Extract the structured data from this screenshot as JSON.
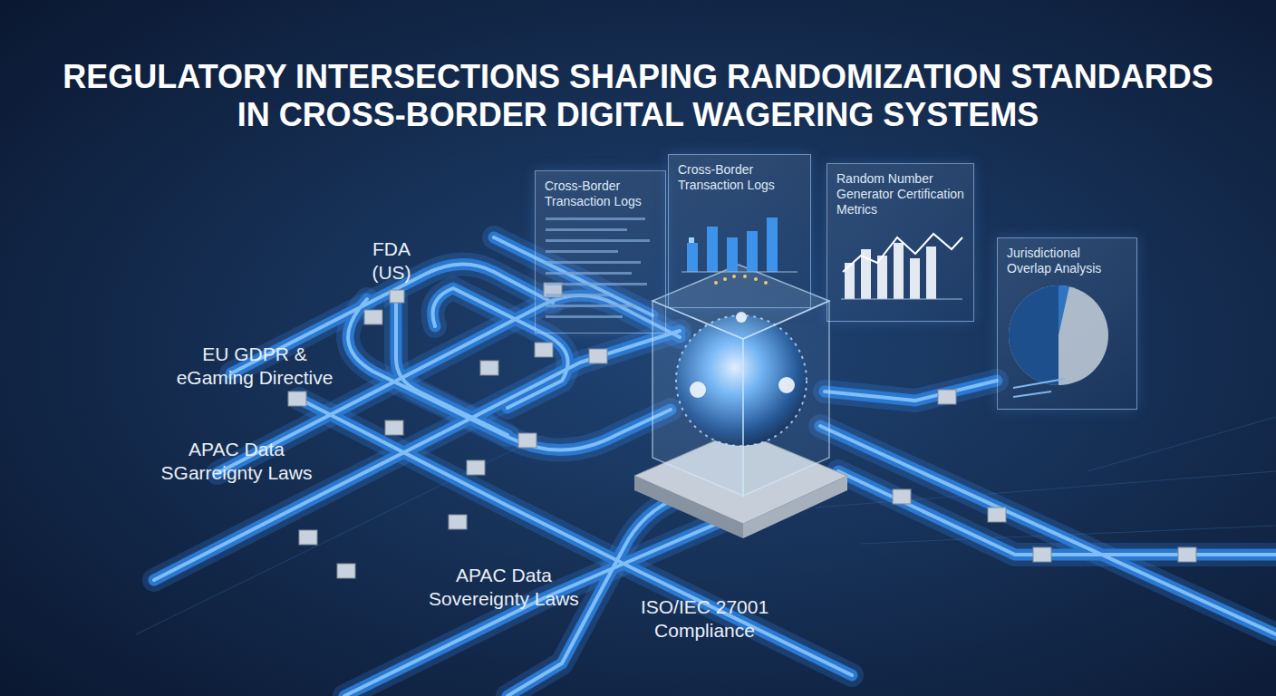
{
  "diagram": {
    "title": "REGULATORY INTERSECTIONS SHAPING RANDOMIZATION STANDARDS IN CROSS-BORDER DIGITAL WAGERING SYSTEMS",
    "nodes": [
      {
        "text": [
          "Cross-Border Transaction Logs"
        ]
      },
      {
        "text": [
          "Cross-Border Transaction Logs"
        ]
      },
      {
        "text": [
          "Random Number Generator Certification Metrics"
        ]
      },
      {
        "text": [
          "Jurisdictional Overlap Analysis"
        ]
      }
    ],
    "labels": [
      "FDA (US)",
      "EU GDPR & eGaming Directive",
      "APAC Data SGarreignty Laws",
      "APAC Data Sovereignty Laws",
      "ISO/IEC 27001 Compliance"
    ]
  }
}
